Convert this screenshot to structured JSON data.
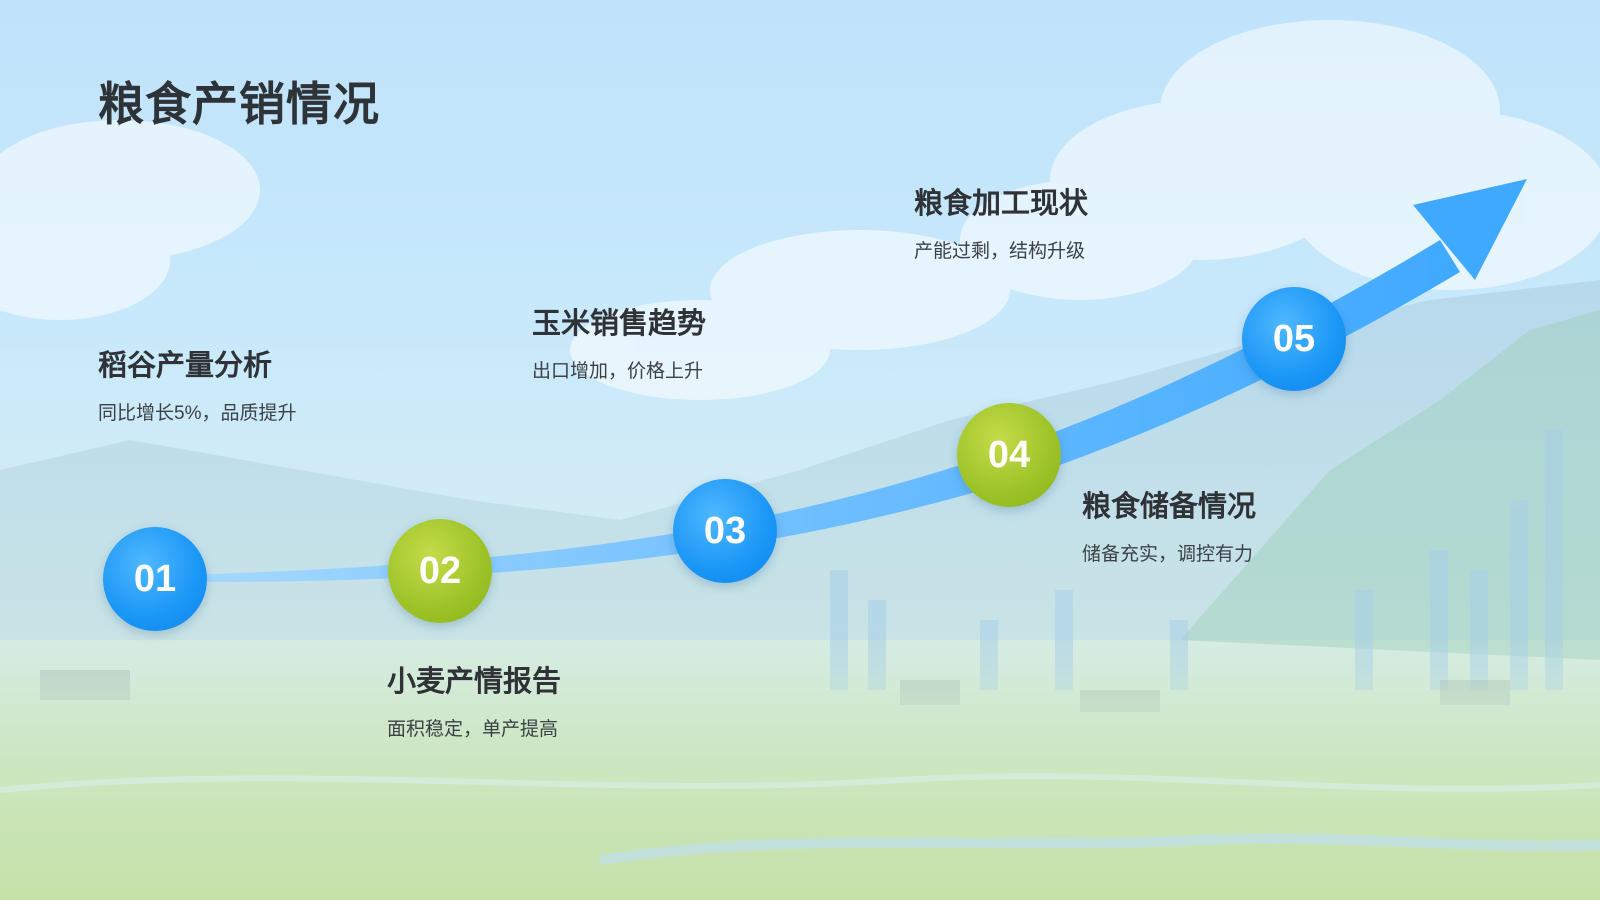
{
  "title": "粮食产销情况",
  "colors": {
    "accent_blue": "#1a96f6",
    "accent_green": "#9cc227",
    "arrow": "#4db0ff",
    "text_dark": "#2f3337"
  },
  "steps": [
    {
      "number": "01",
      "title": "稻谷产量分析",
      "desc": "同比增长5%，品质提升",
      "color": "blue"
    },
    {
      "number": "02",
      "title": "小麦产情报告",
      "desc": "面积稳定，单产提高",
      "color": "green"
    },
    {
      "number": "03",
      "title": "玉米销售趋势",
      "desc": "出口增加，价格上升",
      "color": "blue"
    },
    {
      "number": "04",
      "title": "粮食储备情况",
      "desc": "储备充实，调控有力",
      "color": "green"
    },
    {
      "number": "05",
      "title": "粮食加工现状",
      "desc": "产能过剩，结构升级",
      "color": "blue"
    }
  ]
}
